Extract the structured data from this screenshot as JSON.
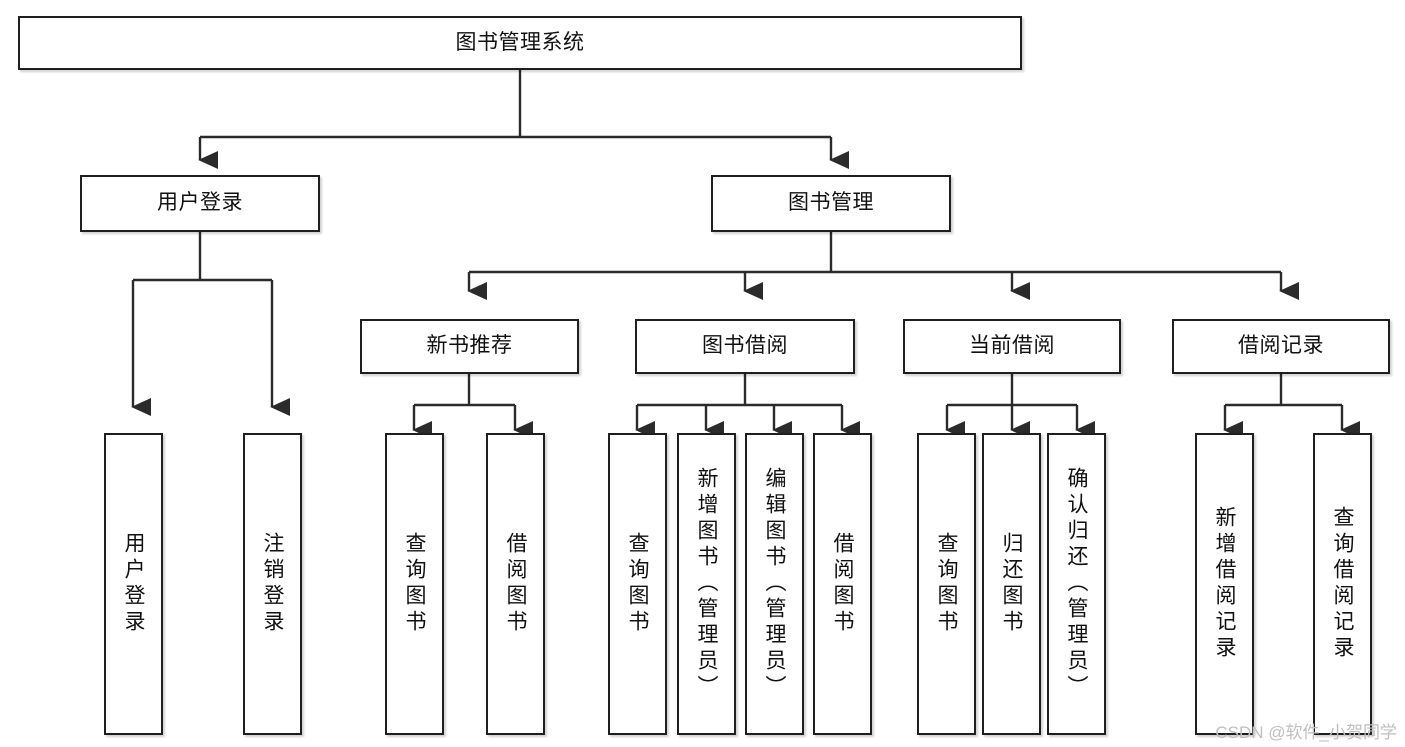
{
  "diagram": {
    "title": "图书管理系统",
    "type": "tree-hierarchy-diagram",
    "colors": {
      "box_border": "#1f1f1f",
      "box_fill": "#ffffff",
      "connector": "#2b2b2b",
      "watermark": "#bfbfbf",
      "background": "#ffffff"
    },
    "root": {
      "label": "图书管理系统"
    },
    "level2": [
      {
        "label": "用户登录"
      },
      {
        "label": "图书管理"
      }
    ],
    "level3": [
      {
        "label": "新书推荐"
      },
      {
        "label": "图书借阅"
      },
      {
        "label": "当前借阅"
      },
      {
        "label": "借阅记录"
      }
    ],
    "leaves": {
      "user_login": [
        {
          "label": "用户登录"
        },
        {
          "label": "注销登录"
        }
      ],
      "new_book_recommend": [
        {
          "label": "查询图书"
        },
        {
          "label": "借阅图书"
        }
      ],
      "book_borrow": [
        {
          "label": "查询图书"
        },
        {
          "label": "新增图书（管理员）"
        },
        {
          "label": "编辑图书（管理员）"
        },
        {
          "label": "借阅图书"
        }
      ],
      "current_borrow": [
        {
          "label": "查询图书"
        },
        {
          "label": "归还图书"
        },
        {
          "label": "确认归还（管理员）"
        }
      ],
      "borrow_record": [
        {
          "label": "新增借阅记录"
        },
        {
          "label": "查询借阅记录"
        }
      ]
    },
    "watermark": "CSDN @软件_小贺同学"
  }
}
